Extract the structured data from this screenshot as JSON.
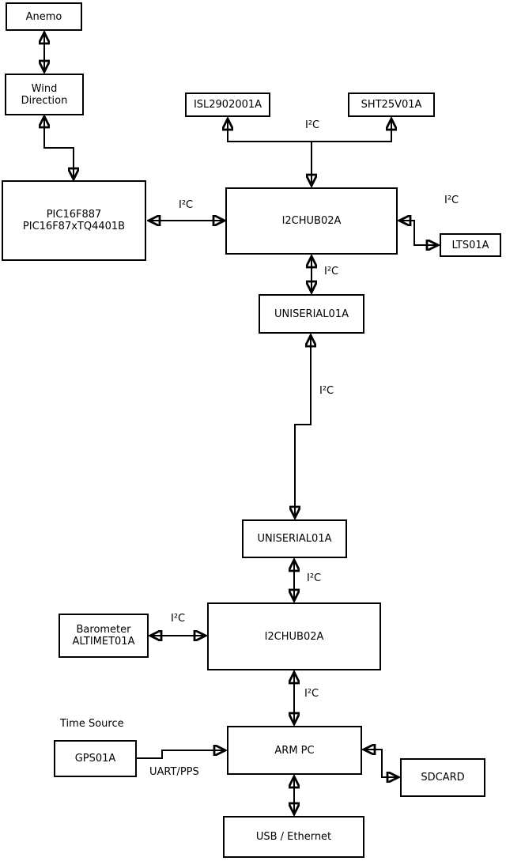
{
  "diagram_type": "block-diagram",
  "nodes": {
    "anemo": {
      "label": "Anemo"
    },
    "wind_direction": {
      "lines": [
        "Wind",
        "Direction"
      ]
    },
    "pic": {
      "lines": [
        "PIC16F887",
        "PIC16F87xTQ4401B"
      ]
    },
    "isl": {
      "label": "ISL2902001A"
    },
    "sht": {
      "label": "SHT25V01A"
    },
    "i2chub_top": {
      "label": "I2CHUB02A"
    },
    "lts": {
      "label": "LTS01A"
    },
    "uniserial_top": {
      "label": "UNISERIAL01A"
    },
    "uniserial_bottom": {
      "label": "UNISERIAL01A"
    },
    "i2chub_bottom": {
      "label": "I2CHUB02A"
    },
    "barometer": {
      "lines": [
        "Barometer",
        "ALTIMET01A"
      ]
    },
    "gps": {
      "label": "GPS01A"
    },
    "arm_pc": {
      "label": "ARM PC"
    },
    "sdcard": {
      "label": "SDCARD"
    },
    "usb_ethernet": {
      "label": "USB / Ethernet"
    }
  },
  "edge_labels": {
    "i2c": "I²C",
    "uart_pps": "UART/PPS",
    "time_source": "Time Source"
  },
  "colors": {
    "line": "#000000",
    "box_border": "#000000",
    "box_fill": "#ffffff",
    "background": "#ffffff"
  }
}
